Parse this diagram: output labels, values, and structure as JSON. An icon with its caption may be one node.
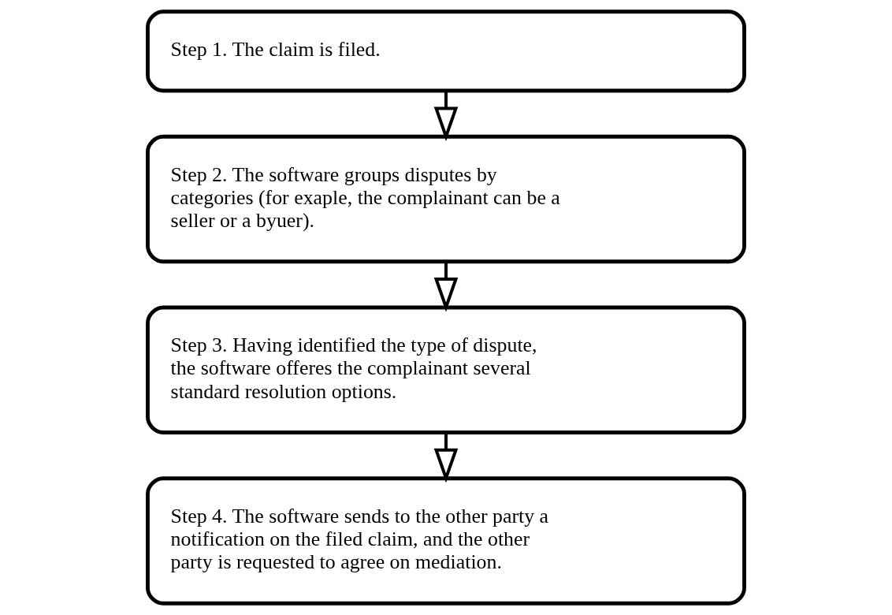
{
  "diagram": {
    "nodes": [
      {
        "text": [
          "Step 1. The claim is filed."
        ]
      },
      {
        "text": [
          "Step 2. The software groups disputes by categories (for exaple, the complainant can be a seller or a byuer)."
        ]
      },
      {
        "text": [
          "Step 3. Having identified the type of dispute, the software offeres the complainant several standard resolution options."
        ]
      },
      {
        "text": [
          "Step 4. The software sends to the other party a notification on the filed claim, and the other party is requested to agree on mediation."
        ]
      }
    ],
    "edges": [
      {
        "from": 0,
        "to": 1,
        "arrow": "to"
      },
      {
        "from": 1,
        "to": 2,
        "arrow": "to"
      },
      {
        "from": 2,
        "to": 3,
        "arrow": "to"
      }
    ]
  }
}
